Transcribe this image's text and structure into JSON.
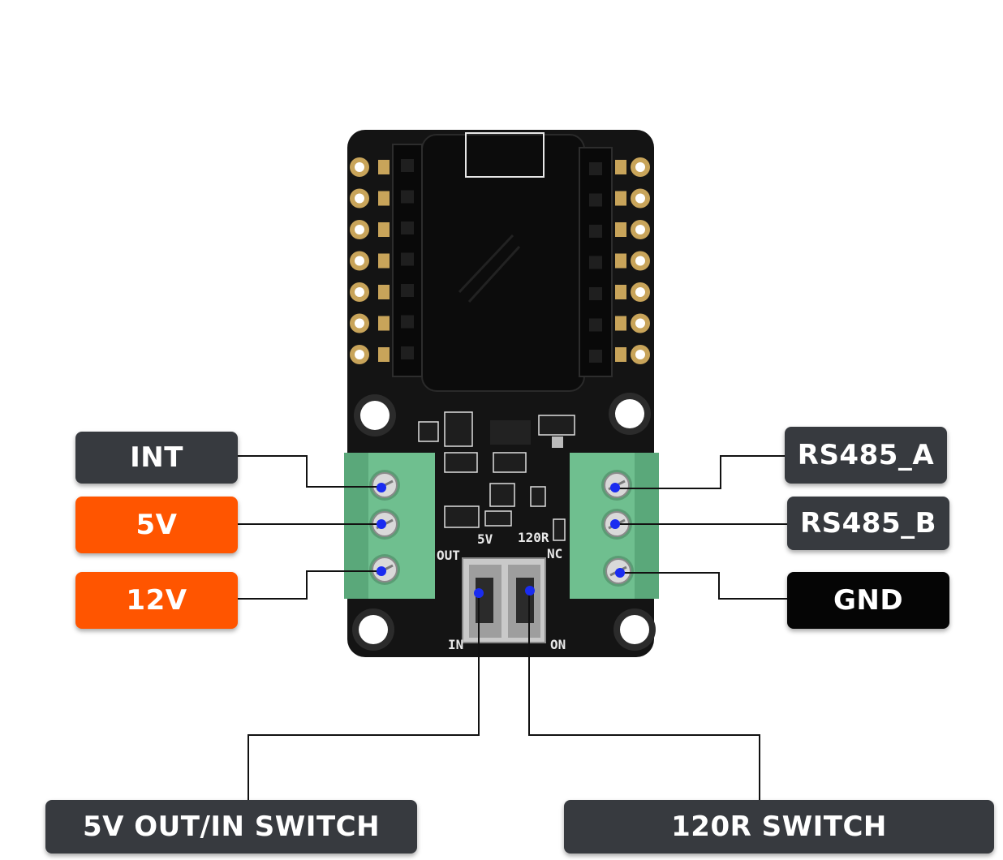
{
  "labels": {
    "int": "INT",
    "v5": "5V",
    "v12": "12V",
    "rs485a": "RS485_A",
    "rs485b": "RS485_B",
    "gnd": "GND",
    "switch_5v": "5V OUT/IN SWITCH",
    "switch_120r": "120R SWITCH"
  },
  "silkscreen": {
    "v5": "5V",
    "r120": "120R",
    "out": "OUT",
    "nc": "NC",
    "in": "IN",
    "on": "ON"
  },
  "colors": {
    "label_dark": "#373a3f",
    "label_orange": "#ff5500",
    "label_black": "#050505",
    "pcb": "#141414",
    "terminal_green": "#6fbf8f",
    "marker_blue": "#1a2cf0",
    "gold_pad": "#c8a45a"
  }
}
